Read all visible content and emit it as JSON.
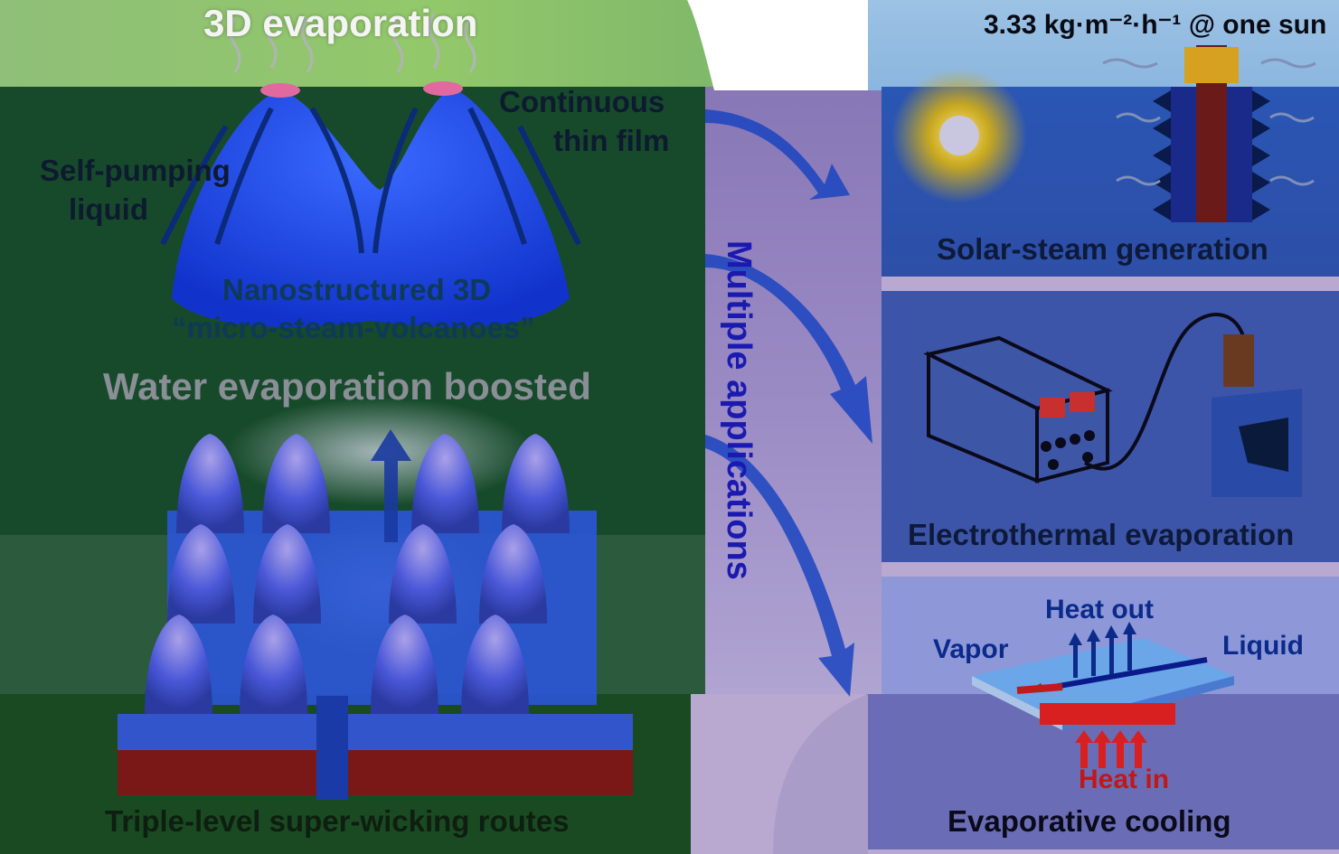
{
  "left": {
    "title": "3D evaporation",
    "continuous": [
      "Continuous",
      "thin film"
    ],
    "self_pumping": [
      "Self-pumping",
      "liquid"
    ],
    "nanostructured": [
      "Nanostructured 3D",
      "“micro-steam-volcanoes”"
    ],
    "boosted": "Water evaporation boosted",
    "routes": "Triple-level super-wicking routes"
  },
  "middle": {
    "vertical_label": "Multiple applications"
  },
  "right": {
    "rate": "3.33 kg·m⁻²·h⁻¹ @ one sun",
    "solar": "Solar-steam generation",
    "electro": "Electrothermal evaporation",
    "heat_out": "Heat out",
    "vapor": "Vapor",
    "liquid": "Liquid",
    "heat_in": "Heat in",
    "cooling": "Evaporative cooling"
  },
  "colors": {
    "left_bg": "#164a2a",
    "accent_green": "#93c86a",
    "vertical_text": "#1a1ab0",
    "heat_in": "#c0181a",
    "heat_out": "#0b2a8a"
  }
}
